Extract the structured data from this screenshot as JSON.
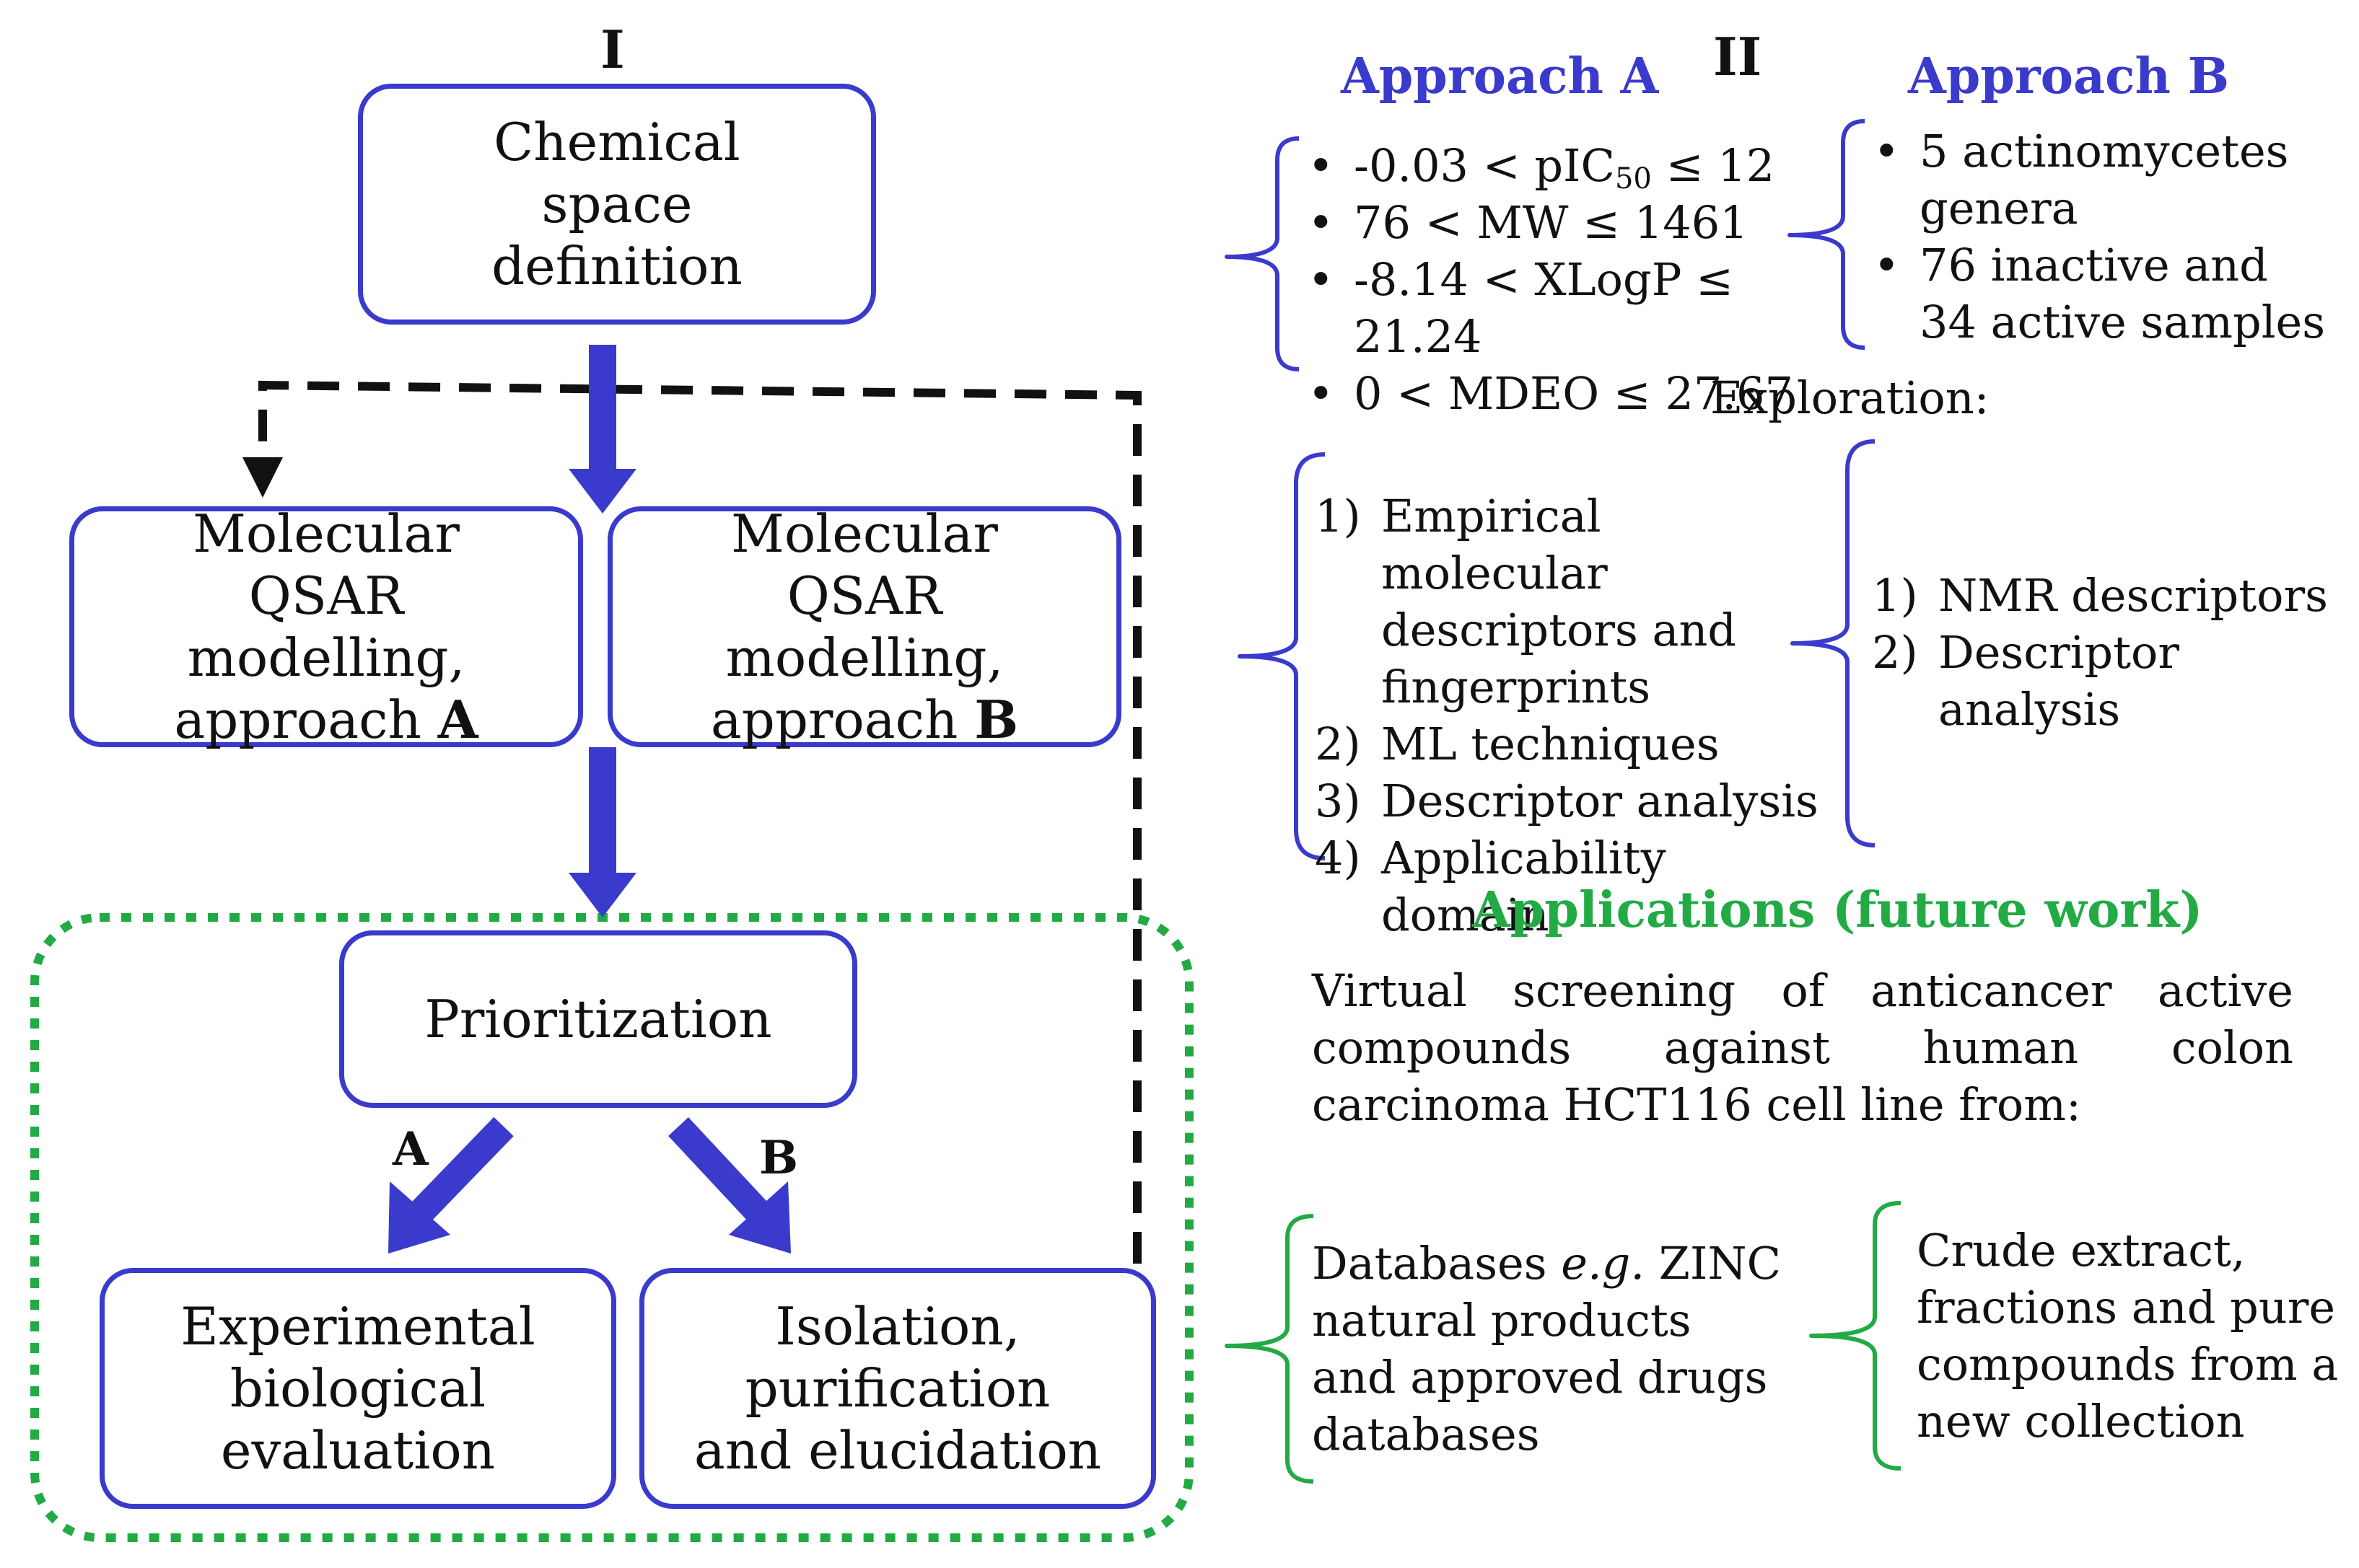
{
  "panel_labels": {
    "left": "I",
    "right": "II"
  },
  "flowchart": {
    "chemical_space": "Chemical space definition",
    "qsar_a": {
      "prefix": "Molecular QSAR modelling, approach ",
      "bold": "A"
    },
    "qsar_b": {
      "prefix": "Molecular QSAR modelling, approach ",
      "bold": "B"
    },
    "prioritization": "Prioritization",
    "arrow_a_label": "A",
    "arrow_b_label": "B",
    "experimental": "Experimental biological evaluation",
    "isolation": "Isolation, purification and elucidation"
  },
  "approach_a": {
    "title": "Approach A",
    "items": [
      {
        "before": "-0.03 < pIC",
        "sub": "50",
        "after": " ≤ 12"
      },
      {
        "before": "76 < MW ≤ 1461",
        "sub": "",
        "after": ""
      },
      {
        "before": "-8.14 < XLogP ≤ 21.24",
        "sub": "",
        "after": ""
      },
      {
        "before": "0 < MDEO ≤ 27.67",
        "sub": "",
        "after": ""
      }
    ]
  },
  "approach_b": {
    "title": "Approach B",
    "items": [
      "5 actinomycetes genera",
      "76 inactive and 34 active samples"
    ]
  },
  "exploration": {
    "label": "Exploration:",
    "a_items": [
      {
        "n": "1)",
        "text": "Empirical molecular descriptors and fingerprints"
      },
      {
        "n": "2)",
        "text": "ML techniques"
      },
      {
        "n": "3)",
        "text": "Descriptor analysis"
      },
      {
        "n": "4)",
        "text": "Applicability domain"
      }
    ],
    "b_items": [
      {
        "n": "1)",
        "text": "NMR descriptors"
      },
      {
        "n": "2)",
        "text": "Descriptor analysis"
      }
    ]
  },
  "applications": {
    "title": "Applications (future work)",
    "intro": "Virtual screening of anticancer active compounds against human colon carcinoma HCT116 cell line from:",
    "databases": {
      "before": "Databases ",
      "em": "e.g.",
      "after": " ZINC natural products and approved drugs databases"
    },
    "crude": "Crude extract, fractions and pure compounds from a new collection"
  },
  "colors": {
    "blue": "#3a3acc",
    "green": "#22aa44",
    "black": "#111111"
  }
}
